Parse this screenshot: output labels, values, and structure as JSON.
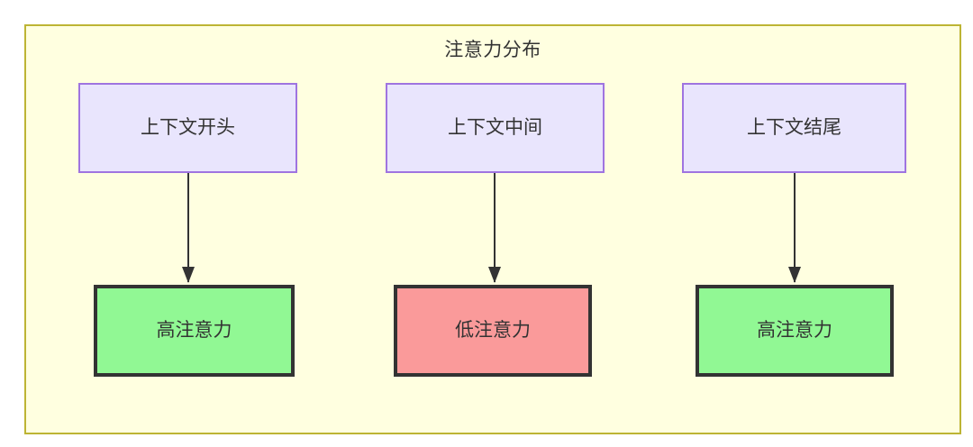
{
  "diagram": {
    "title": "注意力分布",
    "background_color": "#ffffe0",
    "border_color": "#bdb434",
    "columns": [
      {
        "source": {
          "label": "上下文开头",
          "fill": "#e9e5fd",
          "stroke": "#9f74e0"
        },
        "result": {
          "label": "高注意力",
          "fill": "#91f894",
          "stroke": "#333333"
        },
        "edge": {
          "name": "arrow-context-start-to-high-attention"
        }
      },
      {
        "source": {
          "label": "上下文中间",
          "fill": "#e9e5fd",
          "stroke": "#9f74e0"
        },
        "result": {
          "label": "低注意力",
          "fill": "#fa9a9a",
          "stroke": "#333333"
        },
        "edge": {
          "name": "arrow-context-middle-to-low-attention"
        }
      },
      {
        "source": {
          "label": "上下文结尾",
          "fill": "#e9e5fd",
          "stroke": "#9f74e0"
        },
        "result": {
          "label": "高注意力",
          "fill": "#91f894",
          "stroke": "#333333"
        },
        "edge": {
          "name": "arrow-context-end-to-high-attention"
        }
      }
    ]
  }
}
